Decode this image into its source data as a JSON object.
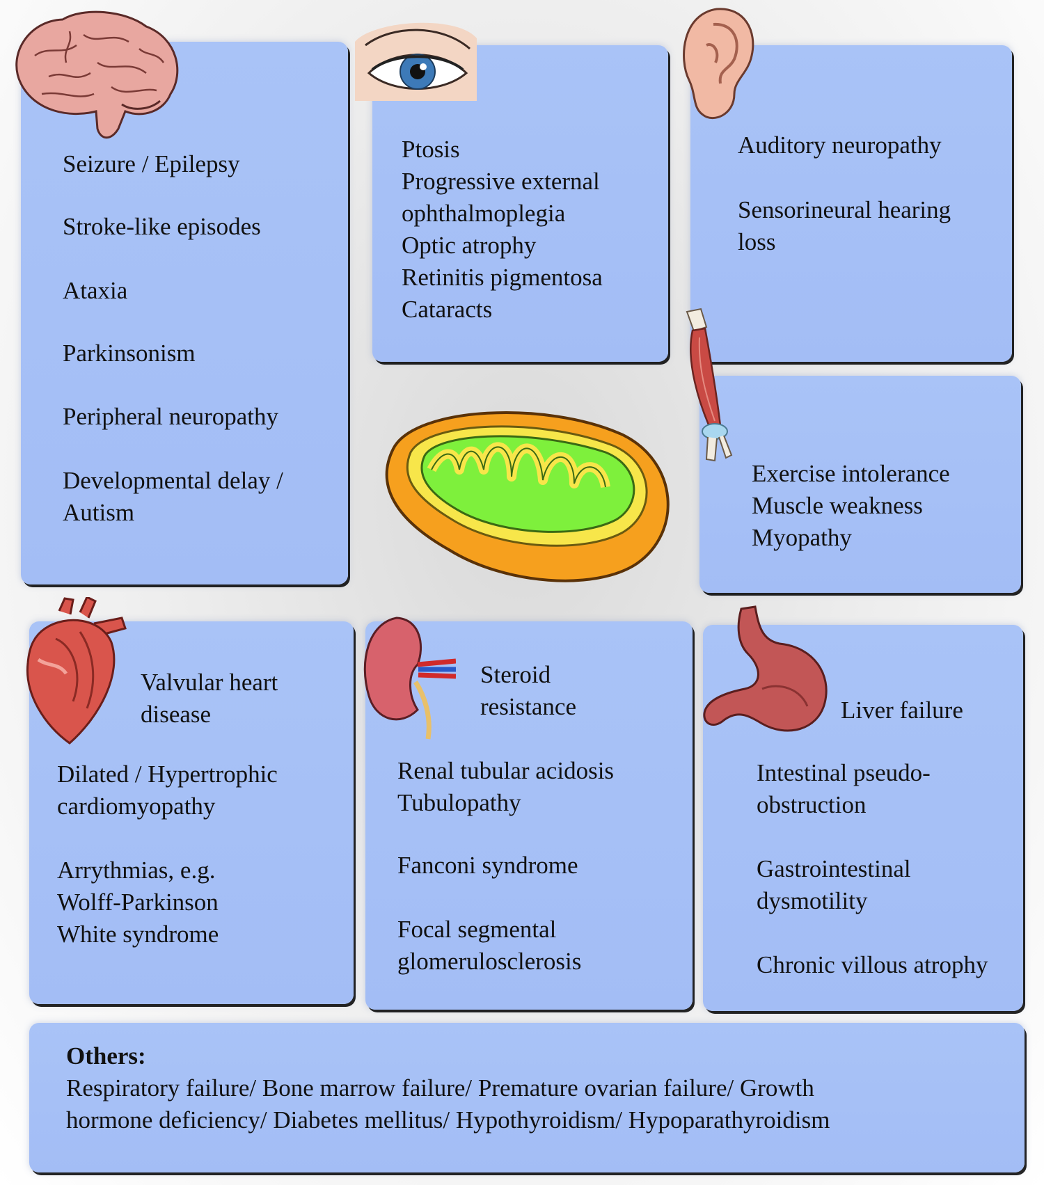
{
  "brain": {
    "icon": "brain-icon",
    "items": [
      "Seizure / Epilepsy",
      "Stroke-like episodes",
      "Ataxia",
      "Parkinsonism",
      "Peripheral neuropathy",
      "Developmental delay /\nAutism"
    ]
  },
  "eye": {
    "icon": "eye-icon",
    "items": [
      "Ptosis",
      "Progressive external\nophthalmoplegia",
      "Optic atrophy",
      "Retinitis pigmentosa",
      "Cataracts"
    ]
  },
  "ear": {
    "icon": "ear-icon",
    "items": [
      "Auditory neuropathy",
      "Sensorineural hearing\nloss"
    ]
  },
  "muscle": {
    "icon": "arm-muscle-icon",
    "items": [
      "Exercise intolerance",
      "Muscle weakness",
      "Myopathy"
    ]
  },
  "center": {
    "icon": "mitochondrion-icon"
  },
  "heart": {
    "icon": "heart-icon",
    "header": "Valvular heart\ndisease",
    "items": [
      "Dilated / Hypertrophic\ncardiomyopathy",
      "Arrythmias, e.g.\nWolff-Parkinson\nWhite syndrome"
    ]
  },
  "kidney": {
    "icon": "kidney-icon",
    "header": "Steroid\nresistance",
    "items": [
      "Renal tubular acidosis\nTubulopathy",
      "Fanconi syndrome",
      "Focal segmental\nglomerulosclerosis"
    ]
  },
  "stomach": {
    "icon": "stomach-icon",
    "header": "Liver failure",
    "items": [
      "Intestinal pseudo-\nobstruction",
      "Gastrointestinal\ndysmotility",
      "Chronic villous atrophy"
    ]
  },
  "others": {
    "title": "Others:",
    "text": "Respiratory failure/ Bone marrow failure/ Premature ovarian failure/ Growth\nhormone deficiency/ Diabetes mellitus/ Hypothyroidism/ Hypoparathyroidism"
  },
  "colors": {
    "panel": "#a6c0f6",
    "mito_outer": "#f7a21b",
    "mito_inner": "#7cf03a"
  }
}
